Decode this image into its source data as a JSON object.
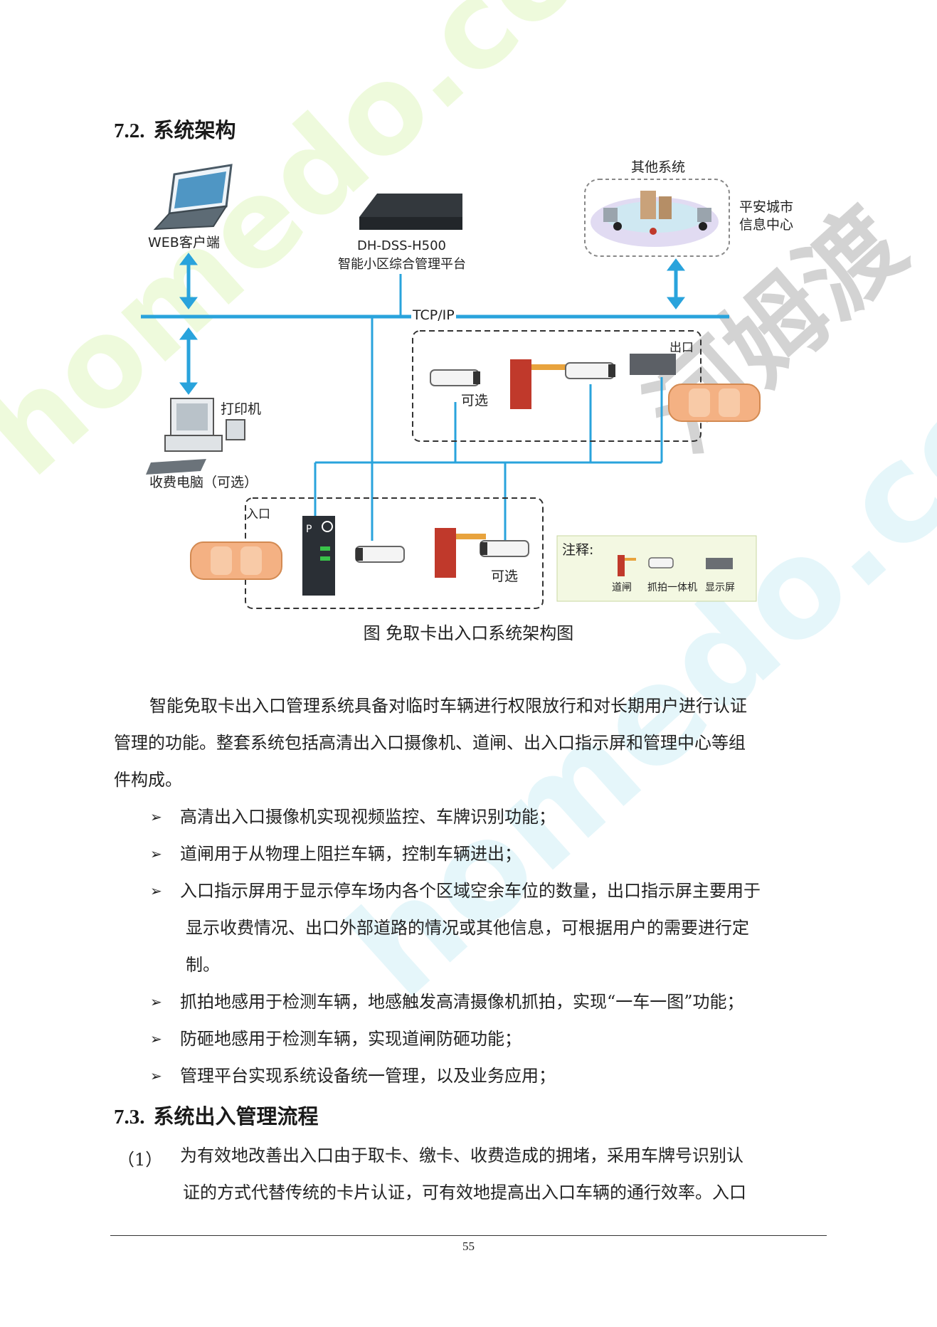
{
  "section_7_2": {
    "number": "7.2.",
    "title": "系统架构"
  },
  "diagram": {
    "web_client": "WEB客户端",
    "server_model": "DH-DSS-H500",
    "server_name": "智能小区综合管理平台",
    "other_systems": "其他系统",
    "safe_city_line1": "平安城市",
    "safe_city_line2": "信息中心",
    "tcpip": "TCP/IP",
    "exit_label": "出口",
    "optional_exit": "可选",
    "printer": "打印机",
    "billing_pc": "收费电脑（可选）",
    "entrance_label": "入口",
    "optional_entrance": "可选",
    "legend_title": "注释:",
    "legend_barrier": "道闸",
    "legend_camera": "抓拍一体机",
    "legend_display": "显示屏",
    "colors": {
      "network": "#29a3dc",
      "car": "#f4b183",
      "barrier": "#c0392b",
      "display": "#3a3f45"
    }
  },
  "figure_caption": "图  免取卡出入口系统架构图",
  "intro_paragraph": {
    "line1": "智能免取卡出入口管理系统具备对临时车辆进行权限放行和对长期用户进行认证",
    "line2": "管理的功能。整套系统包括高清出入口摄像机、道闸、出入口指示屏和管理中心等组",
    "line3": "件构成。"
  },
  "bullets": [
    {
      "lines": [
        "高清出入口摄像机实现视频监控、车牌识别功能；"
      ]
    },
    {
      "lines": [
        "道闸用于从物理上阻拦车辆，控制车辆进出；"
      ]
    },
    {
      "lines": [
        "入口指示屏用于显示停车场内各个区域空余车位的数量，出口指示屏主要用于",
        "显示收费情况、出口外部道路的情况或其他信息，可根据用户的需要进行定",
        "制。"
      ]
    },
    {
      "lines": [
        "抓拍地感用于检测车辆，地感触发高清摄像机抓拍，实现“一车一图”功能；"
      ]
    },
    {
      "lines": [
        "防砸地感用于检测车辆，实现道闸防砸功能；"
      ]
    },
    {
      "lines": [
        "管理平台实现系统设备统一管理，以及业务应用；"
      ]
    }
  ],
  "bullet_marker": "➢",
  "section_7_3": {
    "number": "7.3.",
    "title": "系统出入管理流程"
  },
  "enum_item": {
    "number": "（1）",
    "line1": "为有效地改善出入口由于取卡、缴卡、收费造成的拥堵，采用车牌号识别认",
    "line2": "证的方式代替传统的卡片认证，可有效地提高出入口车辆的通行效率。入口"
  },
  "watermark": {
    "text_a": "homedo.com",
    "text_b": "河姆渡"
  },
  "page_number": "55"
}
